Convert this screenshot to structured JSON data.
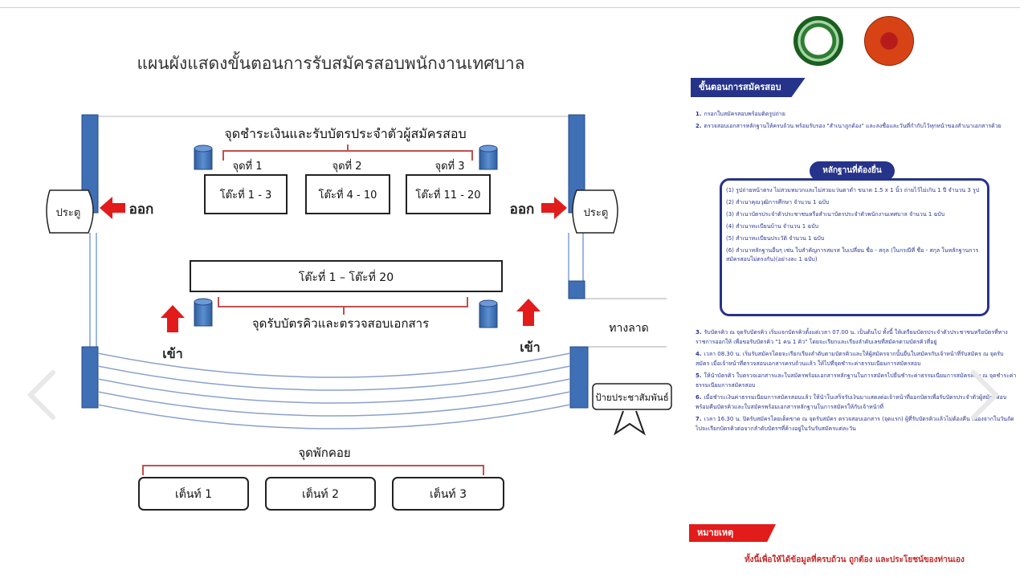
{
  "title": "แผนผังแสดงขั้นตอนการรับสมัครสอบพนักงานเทศบาล",
  "diagram": {
    "payment_area": "จุดชำระเงินและรับบัตรประจำตัวผู้สมัครสอบ",
    "points": [
      "จุดที่ 1",
      "จุดที่ 2",
      "จุดที่ 3"
    ],
    "tables": [
      "โต๊ะที่ 1 - 3",
      "โต๊ะที่ 4 - 10",
      "โต๊ะที่ 11 - 20"
    ],
    "long_table": "โต๊ะที่ 1 – โต๊ะที่ 20",
    "queue_area": "จุดรับบัตรคิวและตรวจสอบเอกสาร",
    "door_left": "ประตู",
    "door_right": "ประตู",
    "exit_left": "ออก",
    "exit_right": "ออก",
    "enter_left": "เข้า",
    "enter_right": "เข้า",
    "ramp": "ทางลาด",
    "signboard": "ป้ายประชาสัมพันธ์",
    "rest_area": "จุดพักคอย",
    "tents": [
      "เต็นท์ 1",
      "เต็นท์ 2",
      "เต็นท์ 3"
    ]
  },
  "panel": {
    "header": "ขั้นตอนการสมัครสอบ",
    "steps_top": [
      {
        "n": "1.",
        "text": "กรอกใบสมัครสอบพร้อมติดรูปถ่าย"
      },
      {
        "n": "2.",
        "text": "ตรวจสอบเอกสารหลักฐานให้ครบถ้วน พร้อมรับรอง \"สำเนาถูกต้อง\" และลงชื่อและวันที่กำกับไว้ทุกหน้าของสำเนาเอกสารด้วย"
      }
    ],
    "box_title": "หลักฐานที่ต้องยื่น",
    "documents": [
      "(1) รูปถ่ายหน้าตรง ไม่สวมหมวกและไม่สวมแว่นตาดำ ขนาด 1.5 x 1 นิ้ว ถ่ายไว้ไม่เกิน 1 ปี จำนวน 3 รูป",
      "(2) สำเนาคุณวุฒิการศึกษา จำนวน 1 ฉบับ",
      "(3) สำเนาบัตรประจำตัวประชาชนหรือสำเนาบัตรประจำตัวพนักงานเทศบาล จำนวน 1 ฉบับ",
      "(4) สำเนาทะเบียนบ้าน จำนวน 1 ฉบับ",
      "(5) สำเนาทะเบียนประวัติ จำนวน 1 ฉบับ",
      "(6) สำเนาหลักฐานอื่นๆ เช่น ใบสำคัญการสมรส ใบเปลี่ยน ชื่อ - สกุล (ในกรณีที่ ชื่อ - สกุล ในหลักฐานการสมัครสอบไม่ตรงกัน)(อย่างละ 1 ฉบับ)"
    ],
    "steps_bottom": [
      {
        "n": "3.",
        "text": "รับบัตรคิว ณ จุดรับบัตรคิว เริ่มแจกบัตรคิวตั้งแต่เวลา 07.00 น. เป็นต้นไป ทั้งนี้ ให้เตรียมบัตรประจำตัวประชาชนหรือบัตรที่ทางราชการออกให้ เพื่อขอรับบัตรคิว \"1 คน 1 คิว\" โดยจะเรียกและเรียงลำดับเลขที่สมัครตามบัตรคิวที่อยู่"
      },
      {
        "n": "4.",
        "text": "เวลา 08.30 น. เริ่มรับสมัครโดยจะเรียกเรียงลำดับตามบัตรคิวและให้ผู้สมัครจากนั้นยื่นใบสมัครกับเจ้าหน้าที่รับสมัคร ณ จุดรับสมัคร เมื่อเจ้าหน้าที่ตรวจสอบเอกสารครบถ้วนแล้ว ให้ไปที่จุดชำระค่าธรรมเนียมการสมัครสอบ"
      },
      {
        "n": "5.",
        "text": "ให้นำบัตรคิว ใบตรวจเอกสารและใบสมัครพร้อมเอกสารหลักฐานในการสมัครไปยื่นชำระค่าธรรมเนียมการสมัครสอบ ณ จุดชำระค่าธรรมเนียมการสมัครสอบ"
      },
      {
        "n": "6.",
        "text": "เมื่อชำระเงินค่าธรรมเนียมการสมัครสอบแล้ว ให้นำใบเสร็จรับเงินมาแสดงต่อเจ้าหน้าที่ออกบัตรเพื่อรับบัตรประจำตัวผู้สมัครสอบ พร้อมคืนบัตรคิวและใบสมัครพร้อมเอกสารหลักฐานในการสมัครให้กับเจ้าหน้าที่"
      },
      {
        "n": "7.",
        "text": "เวลา 16.30 น. ปิดรับสมัครโดยเด็ดขาด ณ จุดรับสมัคร ตรวจสอบเอกสาร (จุดแรก) ผู้ที่รับบัตรคิวแล้วไม่ต้องคืน เนื่องจากในวันถัดไปจะเรียกบัตรคิวต่อจากลำดับบัตรฯที่ค้างอยู่ในวันรับสมัครแต่ละวัน"
      }
    ],
    "note_header": "หมายเหตุ",
    "note_text": "ทั้งนี้เพื่อให้ได้ข้อมูลที่ครบถ้วน ถูกต้อง และประโยชน์ของท่านเอง"
  },
  "nav": {
    "prev": "‹",
    "next": "›"
  },
  "colors": {
    "blue": "#26338a",
    "red": "#e21b1b",
    "pillar": "#3f6fb5",
    "curve": "#8aa0cc"
  }
}
